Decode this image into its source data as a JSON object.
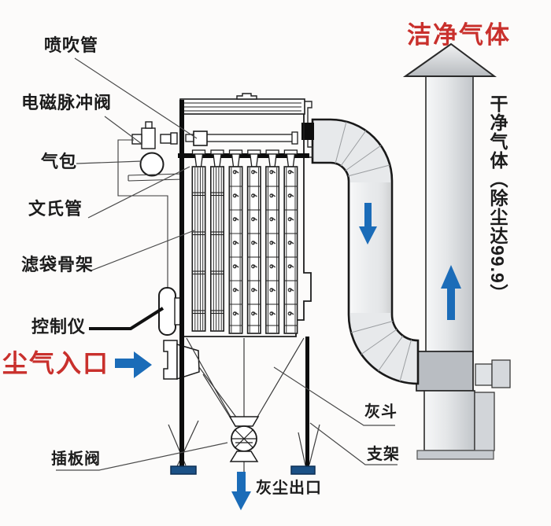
{
  "figure": {
    "type": "schematic-diagram",
    "subject": "pulse-jet bag filter dust collector",
    "clean_gas_title": "洁净气体",
    "stack_annotation": "干净气体（除尘达99.9）",
    "inlet_label": "尘气入口",
    "outlet_label": "灰尘出口",
    "part_labels": {
      "blow_pipe": "喷吹管",
      "solenoid_pulse_valve": "电磁脉冲阀",
      "air_bag": "气包",
      "venturi_tube": "文氏管",
      "filter_bag_cage": "滤袋骨架",
      "controller": "控制仪",
      "slide_gate_valve": "插板阀",
      "ash_hopper": "灰斗",
      "support_frame": "支架"
    },
    "colors": {
      "label_red": "#c9302c",
      "arrow_blue": "#1b6cb8",
      "foot_blue": "#1b5186",
      "line_black": "#1c1c1c",
      "duct_gray": "#e7e9eb"
    }
  }
}
